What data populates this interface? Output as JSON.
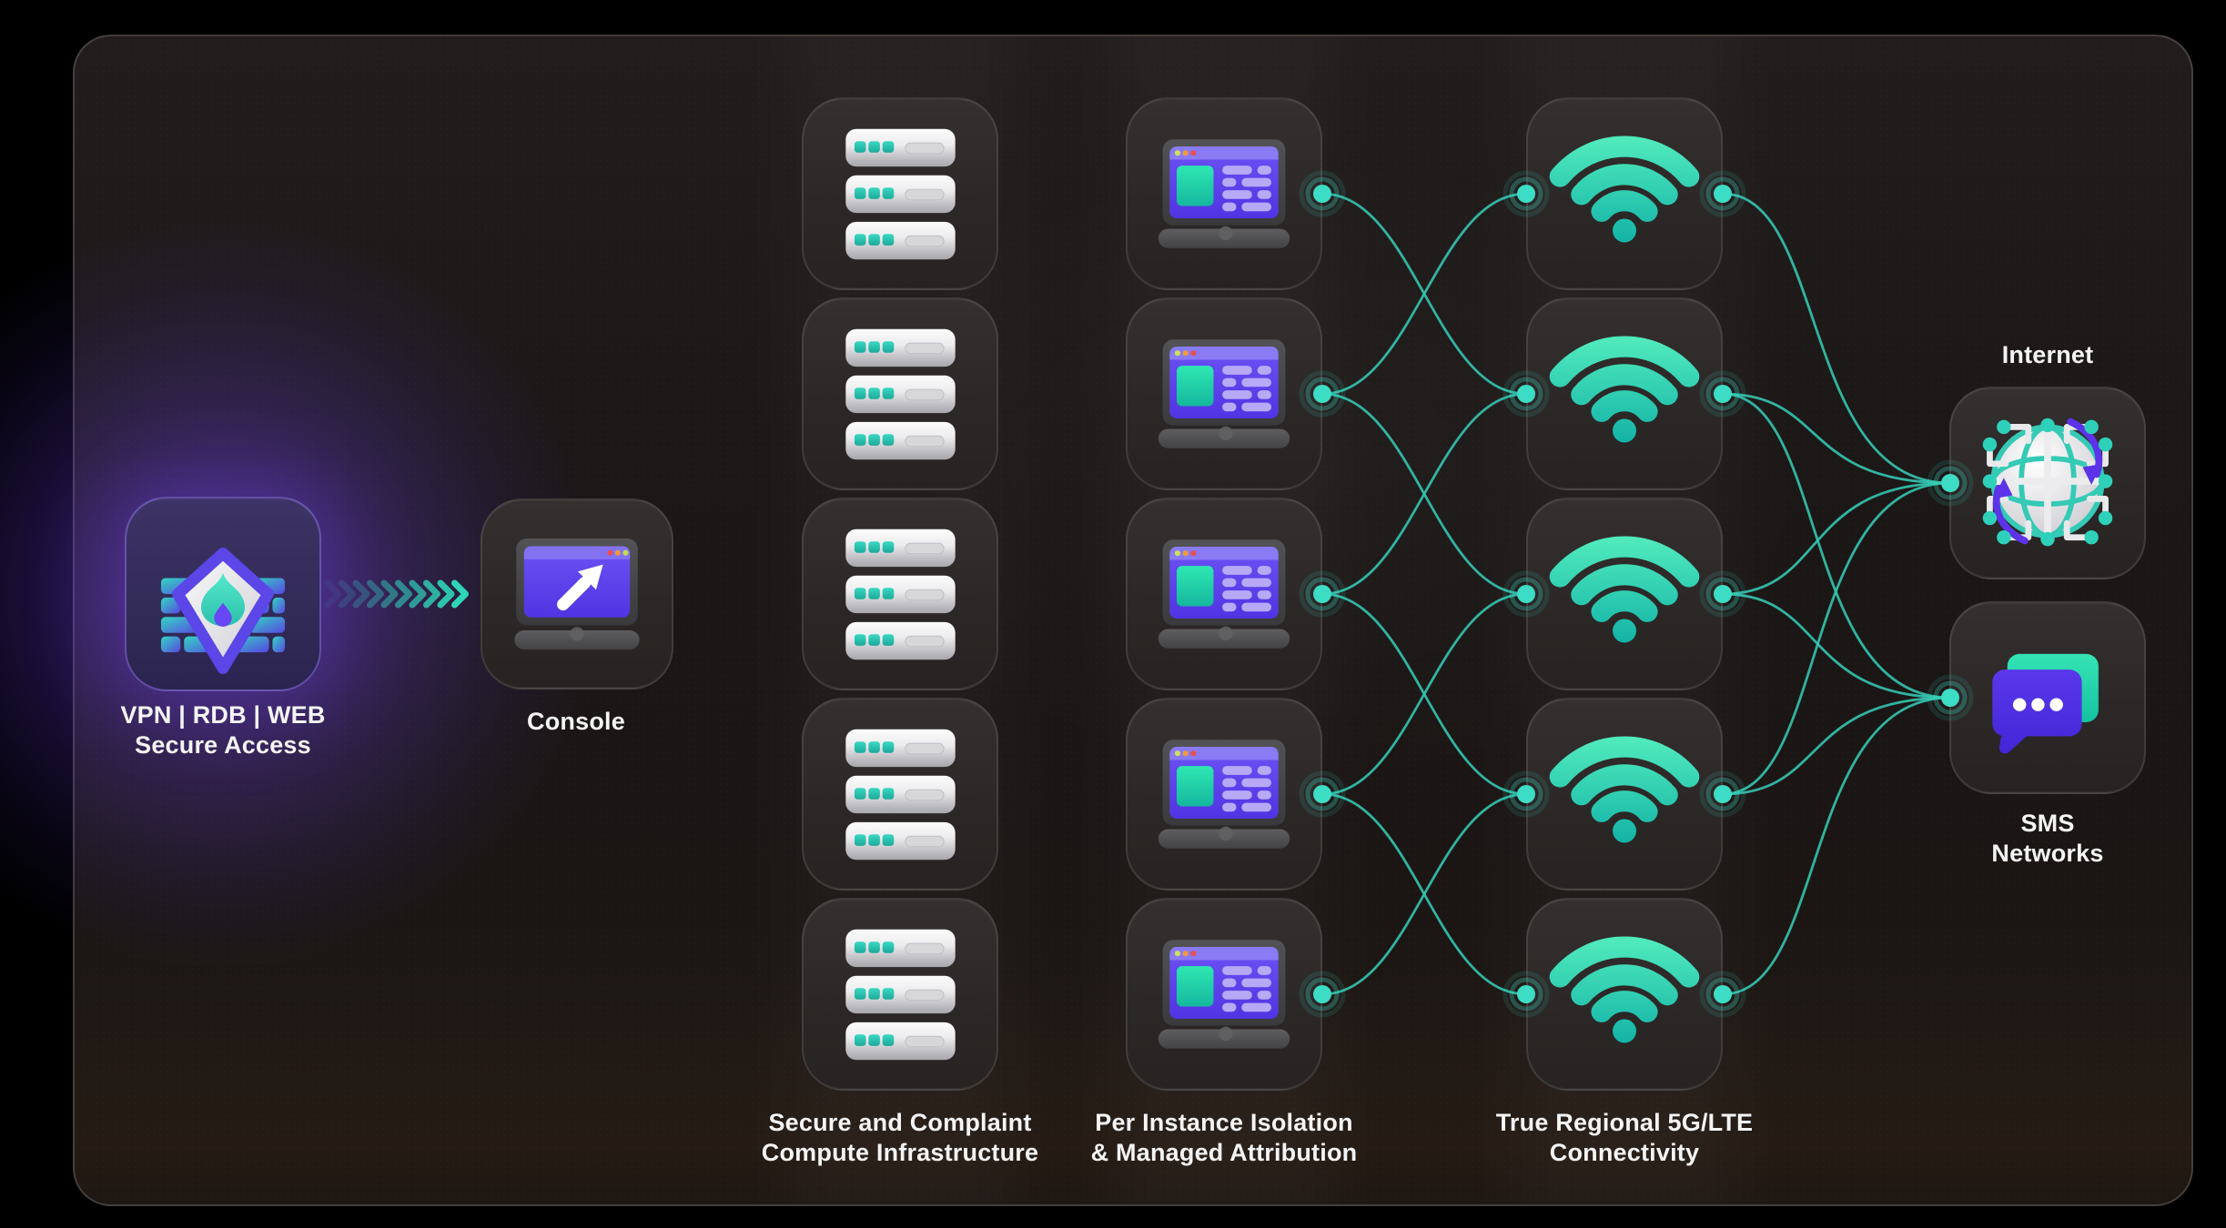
{
  "diagram": {
    "nodes": {
      "secure_access": {
        "line1": "VPN | RDB | WEB",
        "line2": "Secure Access",
        "icon": "firewall-shield-icon"
      },
      "console": {
        "label": "Console",
        "icon": "console-window-icon"
      },
      "internet": {
        "label": "Internet",
        "icon": "globe-network-icon"
      },
      "sms": {
        "line1": "SMS",
        "line2": "Networks",
        "icon": "chat-bubbles-icon"
      }
    },
    "columns": {
      "compute": {
        "line1": "Secure and Complaint",
        "line2": "Compute Infrastructure",
        "count": 5,
        "icon": "server-rack-icon"
      },
      "isolation": {
        "line1": "Per Instance Isolation",
        "line2": "& Managed Attribution",
        "count": 5,
        "icon": "workstation-icon"
      },
      "connectivity": {
        "line1": "True Regional 5G/LTE",
        "line2": "Connectivity",
        "count": 5,
        "icon": "wifi-icon"
      }
    },
    "connections": {
      "monitor_to_wifi": [
        [
          1,
          2
        ],
        [
          2,
          1
        ],
        [
          2,
          3
        ],
        [
          3,
          2
        ],
        [
          3,
          4
        ],
        [
          4,
          3
        ],
        [
          4,
          5
        ],
        [
          5,
          4
        ]
      ],
      "wifi_to_internet": [
        1,
        2,
        3,
        4
      ],
      "wifi_to_sms": [
        2,
        3,
        4,
        5
      ]
    },
    "colors": {
      "accent_teal": "#2fd6bd",
      "accent_purple": "#5b46e8",
      "background": "#000000",
      "panel": "#1c1817",
      "tile": "#2e2a2a",
      "text": "#f4f4f4"
    }
  }
}
